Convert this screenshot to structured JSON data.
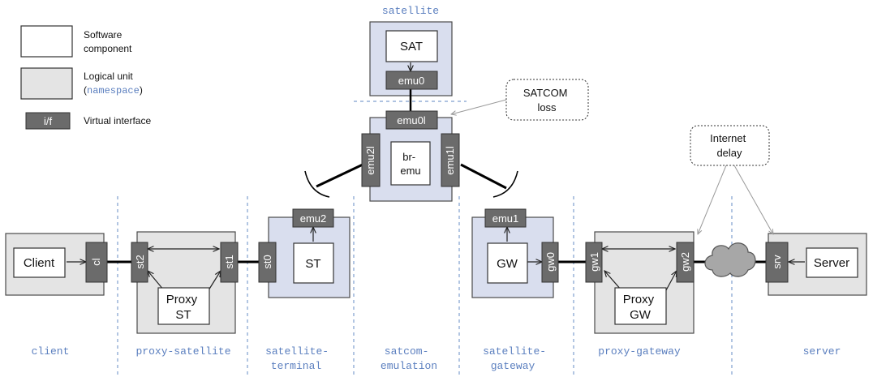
{
  "colors": {
    "namespace_fill": "#e4e4e4",
    "namespace_stroke": "#4a4a4a",
    "satellite_fill": "#d9deee",
    "interface_fill": "#6b6b6b",
    "interface_text": "#ffffff",
    "component_fill": "#ffffff",
    "namespace_label": "#5b7fbf",
    "separator": "#7f9fcf",
    "link": "#000000"
  },
  "legend": {
    "component": {
      "line1": "Software",
      "line2": "component"
    },
    "logical": {
      "line1": "Logical unit",
      "paren_open": "(",
      "code": "namespace",
      "paren_close": ")"
    },
    "interface": {
      "chip": "i/f",
      "label": "Virtual interface"
    }
  },
  "namespaces": {
    "satellite": "satellite",
    "client": "client",
    "proxy_satellite": "proxy-satellite",
    "satellite_terminal": {
      "line1": "satellite-",
      "line2": "terminal"
    },
    "satcom_emulation": {
      "line1": "satcom-",
      "line2": "emulation"
    },
    "satellite_gateway": {
      "line1": "satellite-",
      "line2": "gateway"
    },
    "proxy_gateway": "proxy-gateway",
    "server": "server"
  },
  "components": {
    "sat": "SAT",
    "br_emu": {
      "line1": "br-",
      "line2": "emu"
    },
    "client": "Client",
    "proxy_st": {
      "line1": "Proxy",
      "line2": "ST"
    },
    "st": "ST",
    "gw": "GW",
    "proxy_gw": {
      "line1": "Proxy",
      "line2": "GW"
    },
    "server": "Server"
  },
  "interfaces": {
    "emu0": "emu0",
    "emu0l": "emu0l",
    "emu1": "emu1",
    "emu1l": "emu1l",
    "emu2": "emu2",
    "emu2l": "emu2l",
    "cl": "cl",
    "st2": "st2",
    "st1": "st1",
    "st0": "st0",
    "gw0": "gw0",
    "gw1": "gw1",
    "gw2": "gw2",
    "srv": "srv"
  },
  "callouts": {
    "satcom_loss": {
      "line1": "SATCOM",
      "line2": "loss"
    },
    "internet_delay": {
      "line1": "Internet",
      "line2": "delay"
    }
  }
}
